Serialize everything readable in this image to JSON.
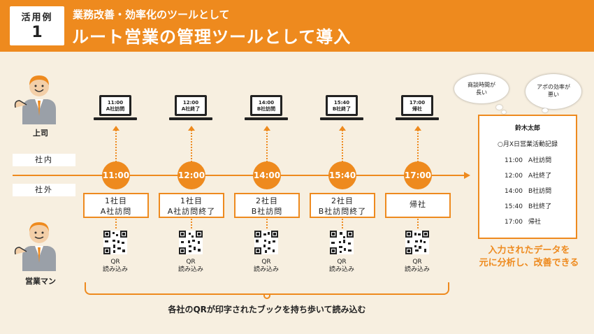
{
  "header": {
    "badge_top": "活用例",
    "badge_num": "1",
    "subtitle": "業務改善・効率化のツールとして",
    "title": "ルート営業の管理ツールとして導入"
  },
  "roles": {
    "boss": "上司",
    "sales": "営業マン"
  },
  "zones": {
    "inside": "社内",
    "outside": "社外"
  },
  "steps": [
    {
      "time": "11:00",
      "screen_time": "11:00",
      "screen_text": "A社訪問",
      "event_line1": "1社目",
      "event_line2": "A社訪問",
      "qr_line1": "QR",
      "qr_line2": "読み込み"
    },
    {
      "time": "12:00",
      "screen_time": "12:00",
      "screen_text": "A社終了",
      "event_line1": "1社目",
      "event_line2": "A社訪問終了",
      "qr_line1": "QR",
      "qr_line2": "読み込み"
    },
    {
      "time": "14:00",
      "screen_time": "14:00",
      "screen_text": "B社訪問",
      "event_line1": "2社目",
      "event_line2": "B社訪問",
      "qr_line1": "QR",
      "qr_line2": "読み込み"
    },
    {
      "time": "15:40",
      "screen_time": "15:40",
      "screen_text": "B社終了",
      "event_line1": "2社目",
      "event_line2": "B社訪問終了",
      "qr_line1": "QR",
      "qr_line2": "読み込み"
    },
    {
      "time": "17:00",
      "screen_time": "17:00",
      "screen_text": "帰社",
      "event_line1": "帰社",
      "event_line2": "",
      "qr_line1": "QR",
      "qr_line2": "読み込み"
    }
  ],
  "caption": "各社のQRが印字されたブックを持ち歩いて読み込む",
  "record": {
    "name": "鈴木太郎",
    "title": "○月X日営業活動記録",
    "rows": [
      {
        "time": "11:00",
        "text": "A社訪問"
      },
      {
        "time": "12:00",
        "text": "A社終了"
      },
      {
        "time": "14:00",
        "text": "B社訪問"
      },
      {
        "time": "15:40",
        "text": "B社終了"
      },
      {
        "time": "17:00",
        "text": "帰社"
      }
    ]
  },
  "clouds": {
    "left_line1": "商談時間が",
    "left_line2": "長い",
    "right_line1": "アポの効率が",
    "right_line2": "悪い"
  },
  "result": {
    "line1": "入力されたデータを",
    "line2": "元に分析し、改善できる"
  },
  "colors": {
    "accent": "#ee8a1e",
    "background": "#f7efe0"
  }
}
